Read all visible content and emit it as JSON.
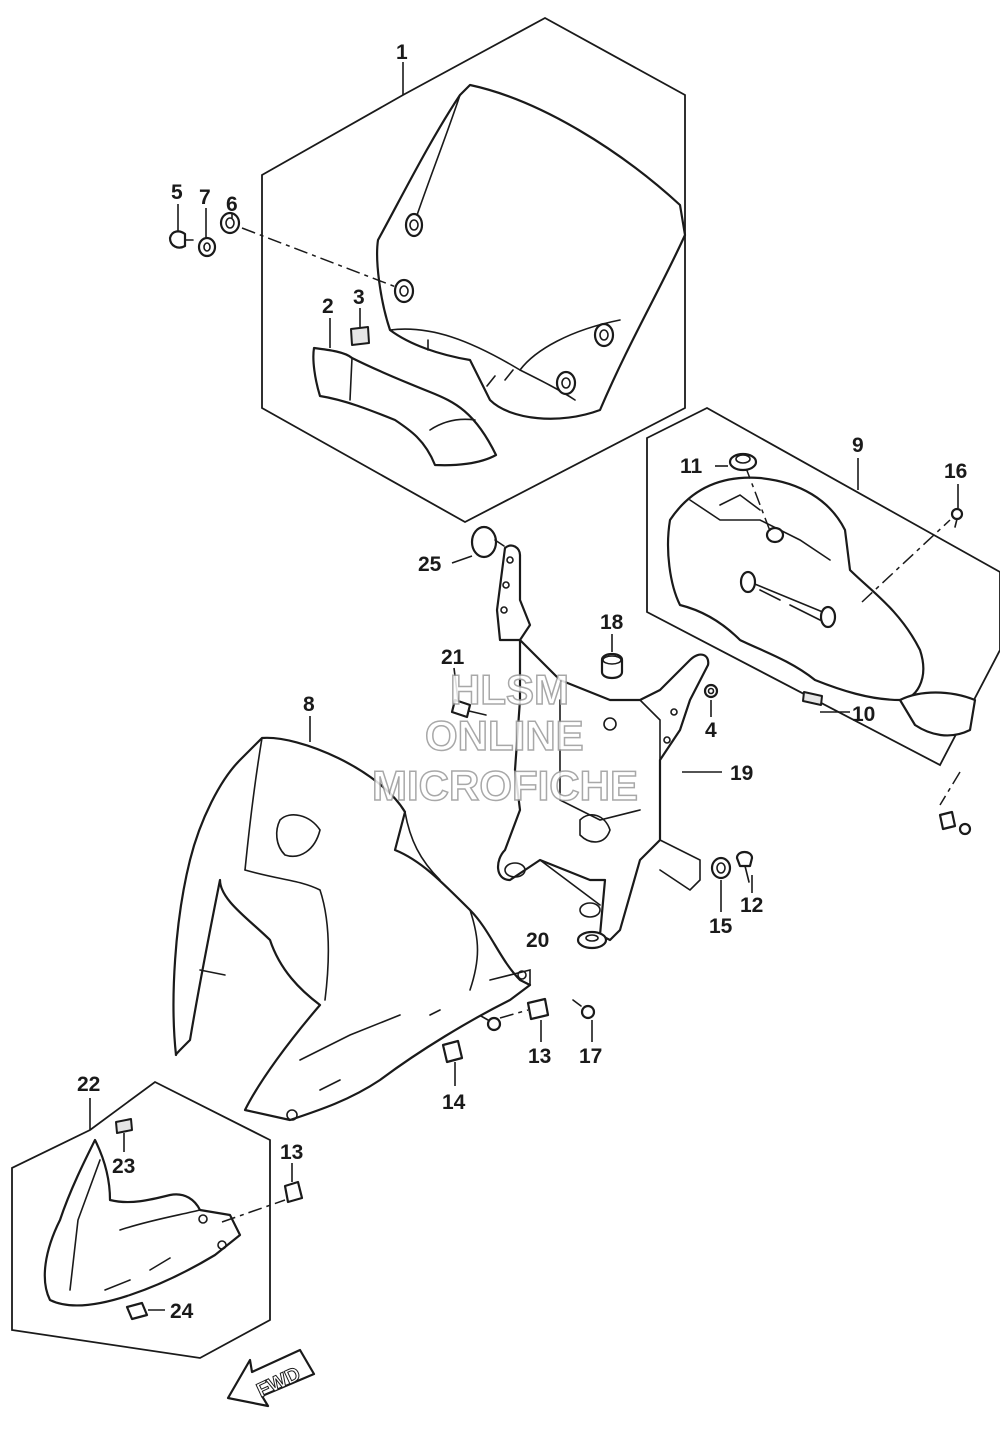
{
  "callouts": {
    "c1": "1",
    "c2": "2",
    "c3": "3",
    "c4": "4",
    "c5": "5",
    "c6": "6",
    "c7": "7",
    "c8": "8",
    "c9": "9",
    "c10": "10",
    "c11": "11",
    "c12": "12",
    "c13a": "13",
    "c13b": "13",
    "c14": "14",
    "c15": "15",
    "c16": "16",
    "c17": "17",
    "c18": "18",
    "c19": "19",
    "c20": "20",
    "c21": "21",
    "c22": "22",
    "c23": "23",
    "c24": "24",
    "c25": "25"
  },
  "watermark": {
    "line1": "HLSM",
    "line2": "ONLINE",
    "line3": "MICROFICHE"
  },
  "direction_badge": "FWD",
  "colors": {
    "ink": "#1a1a1a",
    "paper": "#ffffff",
    "watermark": "#9a9a9a"
  }
}
